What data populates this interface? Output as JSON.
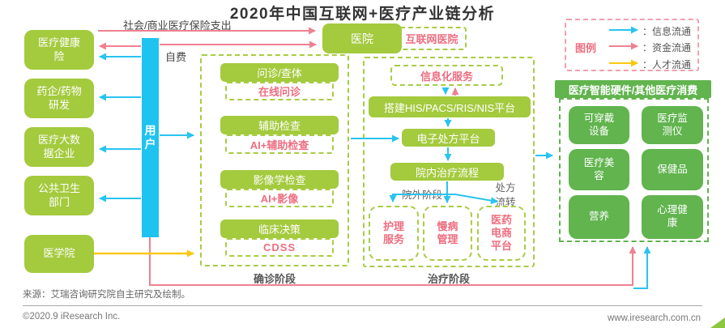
{
  "title": "2020年中国互联网+医疗产业链分析",
  "colors": {
    "yellow_green": "#a4ca3e",
    "green": "#61b44e",
    "cyan": "#29c4f0",
    "pink": "#f0818f",
    "pink_text": "#ee6e80",
    "yellow": "#fbc712"
  },
  "left": {
    "boxes": [
      {
        "label": "医疗健康\n险"
      },
      {
        "label": "药企/药物\n研发"
      },
      {
        "label": "医疗大数\n据企业"
      },
      {
        "label": "公共卫生\n部门"
      },
      {
        "label": "医学院"
      }
    ]
  },
  "user_bar": {
    "label": "用\n户"
  },
  "top_flows": {
    "insurance_spend": "社会/商业医疗保险支出",
    "self_pay": "自费"
  },
  "hospital": {
    "label": "医院",
    "internet": "互联网医院"
  },
  "diagnosis": {
    "stage_label": "确诊阶段",
    "pairs": [
      {
        "main": "问诊/查体",
        "sub": "在线问诊"
      },
      {
        "main": "辅助检查",
        "sub": "AI+辅助检查"
      },
      {
        "main": "影像学检查",
        "sub": "AI+影像"
      },
      {
        "main": "临床决策",
        "sub": "CDSS"
      }
    ]
  },
  "treatment": {
    "stage_label": "治疗阶段",
    "info_service": "信息化服务",
    "his_platform": "搭建HIS/PACS/RIS/NIS平台",
    "e_prescription": "电子处方平台",
    "in_hospital": "院内治疗流程",
    "out_stage_label": "院外阶段",
    "prescription_flow": "处方\n流转",
    "out_boxes": [
      {
        "label": "护理\n服务"
      },
      {
        "label": "慢病\n管理"
      },
      {
        "label": "医药\n电商\n平台"
      }
    ]
  },
  "legend": {
    "title": "图例",
    "items": [
      {
        "label": "：信息流通",
        "flow": "cyan"
      },
      {
        "label": "：资金流通",
        "flow": "pink"
      },
      {
        "label": "：人才流通",
        "flow": "yellow"
      }
    ]
  },
  "consumption": {
    "header": "医疗智能硬件/其他医疗消费",
    "boxes": [
      {
        "label": "可穿戴\n设备"
      },
      {
        "label": "医疗监\n测仪"
      },
      {
        "label": "医疗美\n容"
      },
      {
        "label": "保健品"
      },
      {
        "label": "营养"
      },
      {
        "label": "心理健\n康"
      }
    ]
  },
  "footer": {
    "source": "来源：艾瑞咨询研究院自主研究及绘制。",
    "copyright": "©2020.9 iResearch Inc.",
    "website": "www.iresearch.com.cn"
  }
}
